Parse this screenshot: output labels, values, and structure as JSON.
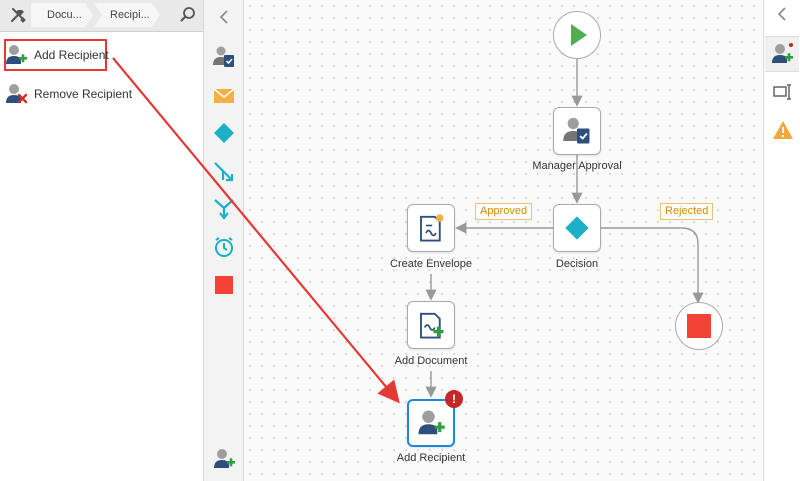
{
  "breadcrumb": {
    "tools_icon": "tools-icon",
    "items": [
      "Docu...",
      "Recipi..."
    ],
    "search_icon": "search-icon"
  },
  "left_list": {
    "items": [
      {
        "label": "Add Recipient",
        "icon": "add-recipient-icon",
        "highlighted": true
      },
      {
        "label": "Remove Recipient",
        "icon": "remove-recipient-icon"
      }
    ]
  },
  "palette": {
    "collapse_icon": "chevron-left-icon",
    "items": [
      "user-task-icon",
      "email-icon",
      "decision-icon",
      "merge-icon",
      "split-icon",
      "timer-icon",
      "stop-icon"
    ],
    "bottom_icon": "add-recipient-icon"
  },
  "workflow": {
    "nodes": [
      {
        "id": "start",
        "label": ""
      },
      {
        "id": "manager-approval",
        "label": "Manager Approval"
      },
      {
        "id": "decision",
        "label": "Decision"
      },
      {
        "id": "create-envelope",
        "label": "Create Envelope"
      },
      {
        "id": "add-document",
        "label": "Add Document"
      },
      {
        "id": "add-recipient",
        "label": "Add Recipient",
        "error": true
      },
      {
        "id": "stop",
        "label": ""
      }
    ],
    "branches": {
      "approved": "Approved",
      "rejected": "Rejected"
    }
  },
  "right_panel": {
    "collapse_icon": "chevron-left-icon",
    "items": [
      "add-recipient-icon",
      "properties-icon",
      "warning-icon"
    ]
  },
  "colors": {
    "accent_red": "#e53935",
    "teal": "#1ab0c8",
    "start_green": "#4caf50",
    "stop_red": "#f44336",
    "select_blue": "#1e88e5",
    "branch_orange": "#d08b00"
  }
}
